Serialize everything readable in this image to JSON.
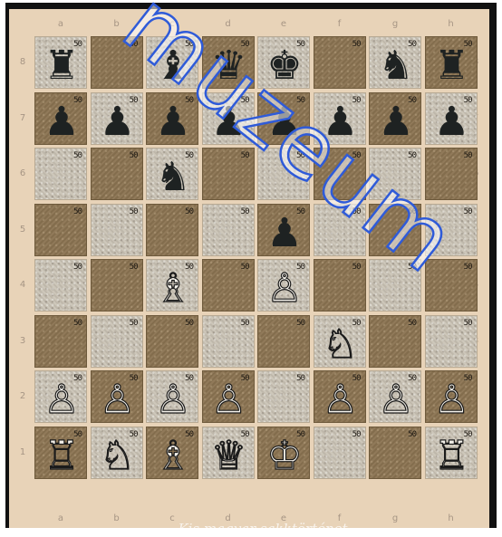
{
  "board": {
    "files": [
      "a",
      "b",
      "c",
      "d",
      "e",
      "f",
      "g",
      "h"
    ],
    "ranks": [
      "8",
      "7",
      "6",
      "5",
      "4",
      "3",
      "2",
      "1"
    ],
    "square_number": "50",
    "squares": [
      [
        {
          "p": "♜",
          "c": "black"
        },
        {
          "p": "",
          "c": ""
        },
        {
          "p": "♝",
          "c": "black"
        },
        {
          "p": "♛",
          "c": "black"
        },
        {
          "p": "♚",
          "c": "black"
        },
        {
          "p": "",
          "c": ""
        },
        {
          "p": "♞",
          "c": "black"
        },
        {
          "p": "♜",
          "c": "black"
        }
      ],
      [
        {
          "p": "♟",
          "c": "black"
        },
        {
          "p": "♟",
          "c": "black"
        },
        {
          "p": "♟",
          "c": "black"
        },
        {
          "p": "♟",
          "c": "black"
        },
        {
          "p": "♟",
          "c": "black"
        },
        {
          "p": "♟",
          "c": "black"
        },
        {
          "p": "♟",
          "c": "black"
        },
        {
          "p": "♟",
          "c": "black"
        }
      ],
      [
        {
          "p": "",
          "c": ""
        },
        {
          "p": "",
          "c": ""
        },
        {
          "p": "♞",
          "c": "black"
        },
        {
          "p": "",
          "c": ""
        },
        {
          "p": "",
          "c": ""
        },
        {
          "p": "",
          "c": ""
        },
        {
          "p": "",
          "c": ""
        },
        {
          "p": "",
          "c": ""
        }
      ],
      [
        {
          "p": "",
          "c": ""
        },
        {
          "p": "",
          "c": ""
        },
        {
          "p": "",
          "c": ""
        },
        {
          "p": "",
          "c": ""
        },
        {
          "p": "♟",
          "c": "black"
        },
        {
          "p": "",
          "c": ""
        },
        {
          "p": "",
          "c": ""
        },
        {
          "p": "",
          "c": ""
        }
      ],
      [
        {
          "p": "",
          "c": ""
        },
        {
          "p": "",
          "c": ""
        },
        {
          "p": "♗",
          "c": "white"
        },
        {
          "p": "",
          "c": ""
        },
        {
          "p": "♙",
          "c": "white"
        },
        {
          "p": "",
          "c": ""
        },
        {
          "p": "",
          "c": ""
        },
        {
          "p": "",
          "c": ""
        }
      ],
      [
        {
          "p": "",
          "c": ""
        },
        {
          "p": "",
          "c": ""
        },
        {
          "p": "",
          "c": ""
        },
        {
          "p": "",
          "c": ""
        },
        {
          "p": "",
          "c": ""
        },
        {
          "p": "♘",
          "c": "white"
        },
        {
          "p": "",
          "c": ""
        },
        {
          "p": "",
          "c": ""
        }
      ],
      [
        {
          "p": "♙",
          "c": "white"
        },
        {
          "p": "♙",
          "c": "white"
        },
        {
          "p": "♙",
          "c": "white"
        },
        {
          "p": "♙",
          "c": "white"
        },
        {
          "p": "",
          "c": ""
        },
        {
          "p": "♙",
          "c": "white"
        },
        {
          "p": "♙",
          "c": "white"
        },
        {
          "p": "♙",
          "c": "white"
        }
      ],
      [
        {
          "p": "♖",
          "c": "white"
        },
        {
          "p": "♘",
          "c": "white"
        },
        {
          "p": "♗",
          "c": "white"
        },
        {
          "p": "♕",
          "c": "white"
        },
        {
          "p": "♔",
          "c": "white"
        },
        {
          "p": "",
          "c": ""
        },
        {
          "p": "",
          "c": ""
        },
        {
          "p": "♖",
          "c": "white"
        }
      ]
    ]
  },
  "watermark_text": "muzeum",
  "footer_text": "Kis magyar sakktörténet",
  "colors": {
    "sheet": "#e8d3b8",
    "light_square": "#c9c2b4",
    "dark_square": "#8b7452",
    "black_piece": "#1e2222",
    "watermark": "#2f5bd8"
  }
}
